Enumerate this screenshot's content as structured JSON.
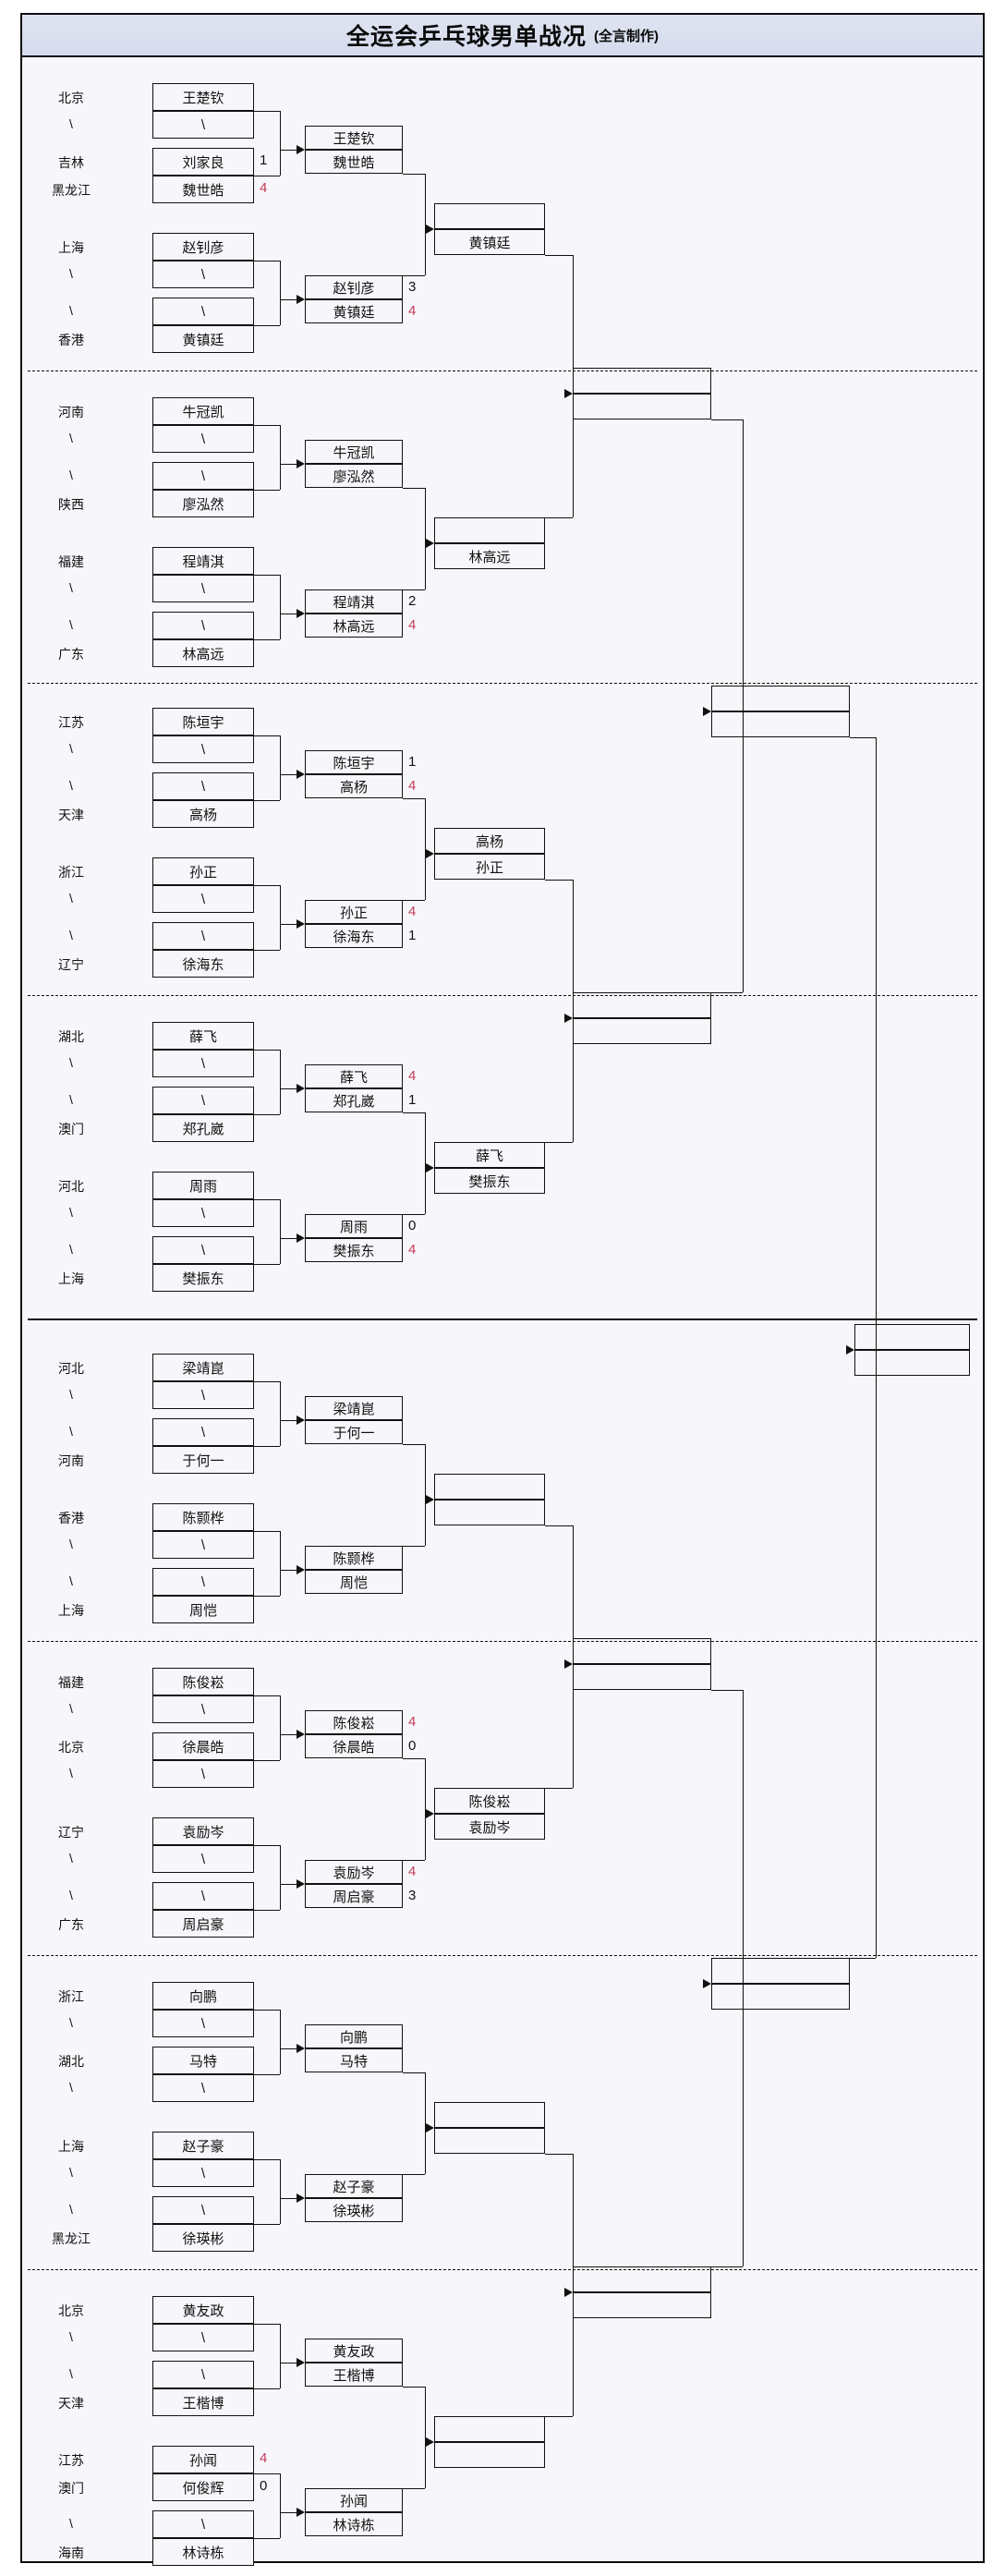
{
  "window": {
    "title": "全运会乒乓球男单战况",
    "subtitle": "(全言制作)"
  },
  "bracket": {
    "blank_mark": "\\",
    "groups": [
      {
        "id": "g1",
        "entries": [
          {
            "province": "北京",
            "name": "王楚钦"
          },
          {
            "province": "\\",
            "name": "\\"
          },
          {
            "province": "吉林",
            "name": "刘家良",
            "score": "1"
          },
          {
            "province": "黑龙江",
            "name": "魏世皓",
            "score": "4",
            "win": true
          },
          {
            "province": "上海",
            "name": "赵钊彦"
          },
          {
            "province": "\\",
            "name": "\\"
          },
          {
            "province": "\\",
            "name": "\\"
          },
          {
            "province": "香港",
            "name": "黄镇廷"
          }
        ],
        "round2": [
          {
            "top": "王楚钦",
            "bottom": "魏世皓",
            "top_score": "",
            "bottom_score": ""
          },
          {
            "top": "赵钊彦",
            "bottom": "黄镇廷",
            "top_score": "3",
            "bottom_score": "4",
            "bottom_win": true
          }
        ],
        "round3": {
          "top": "",
          "bottom": "黄镇廷"
        }
      },
      {
        "id": "g2",
        "entries": [
          {
            "province": "河南",
            "name": "牛冠凯"
          },
          {
            "province": "\\",
            "name": "\\"
          },
          {
            "province": "\\",
            "name": "\\"
          },
          {
            "province": "陕西",
            "name": "廖泓然"
          },
          {
            "province": "福建",
            "name": "程靖淇"
          },
          {
            "province": "\\",
            "name": "\\"
          },
          {
            "province": "\\",
            "name": "\\"
          },
          {
            "province": "广东",
            "name": "林高远"
          }
        ],
        "round2": [
          {
            "top": "牛冠凯",
            "bottom": "廖泓然",
            "top_score": "",
            "bottom_score": ""
          },
          {
            "top": "程靖淇",
            "bottom": "林高远",
            "top_score": "2",
            "bottom_score": "4",
            "bottom_win": true
          }
        ],
        "round3": {
          "top": "",
          "bottom": "林高远"
        }
      },
      {
        "id": "g3",
        "entries": [
          {
            "province": "江苏",
            "name": "陈垣宇"
          },
          {
            "province": "\\",
            "name": "\\"
          },
          {
            "province": "\\",
            "name": "\\"
          },
          {
            "province": "天津",
            "name": "高杨"
          },
          {
            "province": "浙江",
            "name": "孙正"
          },
          {
            "province": "\\",
            "name": "\\"
          },
          {
            "province": "\\",
            "name": "\\"
          },
          {
            "province": "辽宁",
            "name": "徐海东"
          }
        ],
        "round2": [
          {
            "top": "陈垣宇",
            "bottom": "高杨",
            "top_score": "1",
            "bottom_score": "4",
            "bottom_win": true
          },
          {
            "top": "孙正",
            "bottom": "徐海东",
            "top_score": "4",
            "bottom_score": "1",
            "top_win": true
          }
        ],
        "round3": {
          "top": "高杨",
          "bottom": "孙正"
        }
      },
      {
        "id": "g4",
        "entries": [
          {
            "province": "湖北",
            "name": "薛飞"
          },
          {
            "province": "\\",
            "name": "\\"
          },
          {
            "province": "\\",
            "name": "\\"
          },
          {
            "province": "澳门",
            "name": "郑孔崴"
          },
          {
            "province": "河北",
            "name": "周雨"
          },
          {
            "province": "\\",
            "name": "\\"
          },
          {
            "province": "\\",
            "name": "\\"
          },
          {
            "province": "上海",
            "name": "樊振东"
          }
        ],
        "round2": [
          {
            "top": "薛飞",
            "bottom": "郑孔崴",
            "top_score": "4",
            "bottom_score": "1",
            "top_win": true
          },
          {
            "top": "周雨",
            "bottom": "樊振东",
            "top_score": "0",
            "bottom_score": "4",
            "bottom_win": true
          }
        ],
        "round3": {
          "top": "薛飞",
          "bottom": "樊振东"
        }
      },
      {
        "id": "g5",
        "entries": [
          {
            "province": "河北",
            "name": "梁靖崑"
          },
          {
            "province": "\\",
            "name": "\\"
          },
          {
            "province": "\\",
            "name": "\\"
          },
          {
            "province": "河南",
            "name": "于何一"
          },
          {
            "province": "香港",
            "name": "陈颢桦"
          },
          {
            "province": "\\",
            "name": "\\"
          },
          {
            "province": "\\",
            "name": "\\"
          },
          {
            "province": "上海",
            "name": "周恺"
          }
        ],
        "round2": [
          {
            "top": "梁靖崑",
            "bottom": "于何一",
            "top_score": "",
            "bottom_score": ""
          },
          {
            "top": "陈颢桦",
            "bottom": "周恺",
            "top_score": "",
            "bottom_score": ""
          }
        ],
        "round3": {
          "top": "",
          "bottom": ""
        }
      },
      {
        "id": "g6",
        "entries": [
          {
            "province": "福建",
            "name": "陈俊崧"
          },
          {
            "province": "\\",
            "name": "\\"
          },
          {
            "province": "北京",
            "name": "徐晨皓"
          },
          {
            "province": "\\",
            "name": "\\"
          },
          {
            "province": "辽宁",
            "name": "袁励岑"
          },
          {
            "province": "\\",
            "name": "\\"
          },
          {
            "province": "\\",
            "name": "\\"
          },
          {
            "province": "广东",
            "name": "周启豪"
          }
        ],
        "round2": [
          {
            "top": "陈俊崧",
            "bottom": "徐晨皓",
            "top_score": "4",
            "bottom_score": "0",
            "top_win": true
          },
          {
            "top": "袁励岑",
            "bottom": "周启豪",
            "top_score": "4",
            "bottom_score": "3",
            "top_win": true
          }
        ],
        "round3": {
          "top": "陈俊崧",
          "bottom": "袁励岑"
        }
      },
      {
        "id": "g7",
        "entries": [
          {
            "province": "浙江",
            "name": "向鹏"
          },
          {
            "province": "\\",
            "name": "\\"
          },
          {
            "province": "湖北",
            "name": "马特"
          },
          {
            "province": "\\",
            "name": "\\"
          },
          {
            "province": "上海",
            "name": "赵子豪"
          },
          {
            "province": "\\",
            "name": "\\"
          },
          {
            "province": "\\",
            "name": "\\"
          },
          {
            "province": "黑龙江",
            "name": "徐瑛彬"
          }
        ],
        "round2": [
          {
            "top": "向鹏",
            "bottom": "马特",
            "top_score": "",
            "bottom_score": ""
          },
          {
            "top": "赵子豪",
            "bottom": "徐瑛彬",
            "top_score": "",
            "bottom_score": ""
          }
        ],
        "round3": {
          "top": "",
          "bottom": ""
        }
      },
      {
        "id": "g8",
        "entries": [
          {
            "province": "北京",
            "name": "黄友政"
          },
          {
            "province": "\\",
            "name": "\\"
          },
          {
            "province": "\\",
            "name": "\\"
          },
          {
            "province": "天津",
            "name": "王楷博"
          },
          {
            "province": "江苏",
            "name": "孙闻",
            "score": "4",
            "win": true
          },
          {
            "province": "澳门",
            "name": "何俊辉",
            "score": "0"
          },
          {
            "province": "\\",
            "name": "\\"
          },
          {
            "province": "海南",
            "name": "林诗栋"
          }
        ],
        "round2": [
          {
            "top": "黄友政",
            "bottom": "王楷博",
            "top_score": "",
            "bottom_score": ""
          },
          {
            "top": "孙闻",
            "bottom": "林诗栋",
            "top_score": "",
            "bottom_score": ""
          }
        ],
        "round3": {
          "top": "",
          "bottom": ""
        }
      }
    ],
    "quarterfinals": [
      {
        "id": "qf1",
        "top": "",
        "bottom": ""
      },
      {
        "id": "qf2",
        "top": "",
        "bottom": ""
      },
      {
        "id": "qf3",
        "top": "",
        "bottom": ""
      },
      {
        "id": "qf4",
        "top": "",
        "bottom": ""
      }
    ],
    "semifinals": [
      {
        "id": "sf1",
        "top": "",
        "bottom": ""
      },
      {
        "id": "sf2",
        "top": "",
        "bottom": ""
      }
    ],
    "final": {
      "id": "final",
      "top": "",
      "bottom": ""
    }
  }
}
